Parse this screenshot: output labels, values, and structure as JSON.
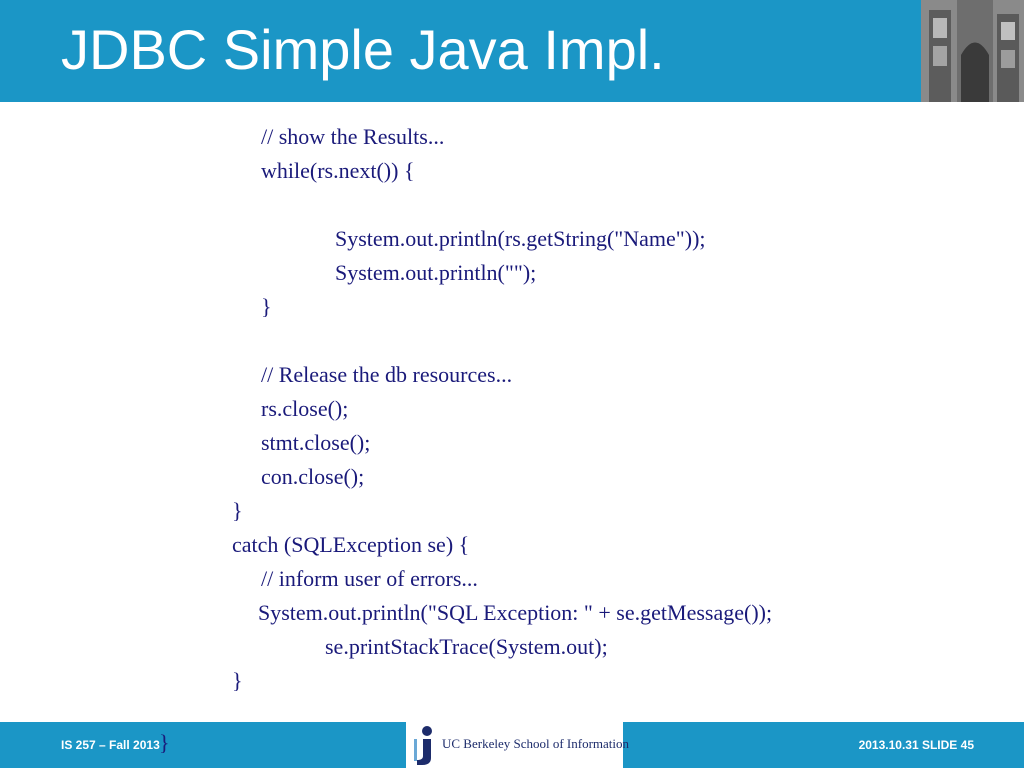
{
  "slide": {
    "title": "JDBC Simple Java Impl."
  },
  "code": {
    "lines": [
      "// show the Results...",
      "while(rs.next()) {",
      "System.out.println(rs.getString(\"Name\"));",
      "System.out.println(\"\");",
      "}",
      "// Release the db resources...",
      "rs.close();",
      "stmt.close();",
      "con.close();",
      "}",
      "catch (SQLException se) {",
      "// inform user of errors...",
      "System.out.println(\"SQL Exception: \" + se.getMessage());",
      "se.printStackTrace(System.out);",
      "}"
    ],
    "stray_brace": "}"
  },
  "footer": {
    "left_text": "IS 257 – Fall 2013",
    "right_text": "2013.10.31 SLIDE 45",
    "logo_text": "UC Berkeley School of Information"
  },
  "colors": {
    "brand_blue": "#1b96c6",
    "code_text": "#1a1a7a",
    "logo_navy": "#1d2c6b"
  },
  "icons": {
    "header_image": "building-photo",
    "logo": "ischool-i-logo"
  }
}
